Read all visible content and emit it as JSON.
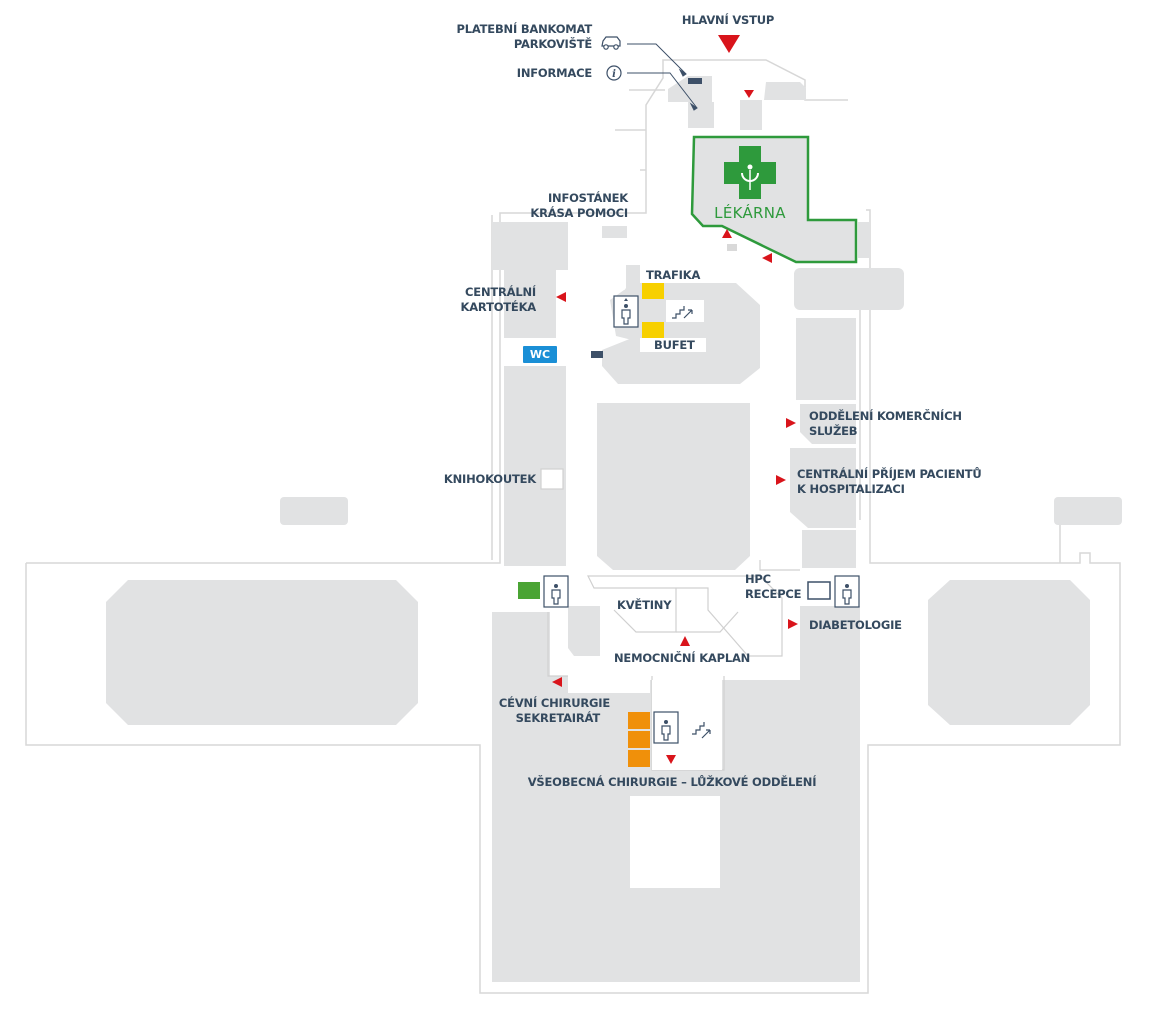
{
  "map": {
    "labels": {
      "main_entrance": "HLAVNÍ VSTUP",
      "atm": "PLATEBNÍ BANKOMAT",
      "parking": "PARKOVIŠTĚ",
      "information": "INFORMACE",
      "infostand_l1": "INFOSTÁNEK",
      "infostand_l2": "KRÁSA POMOCI",
      "pharmacy": "LÉKÁRNA",
      "tobacco": "TRAFIKA",
      "buffet": "BUFET",
      "central_records_l1": "CENTRÁLNÍ",
      "central_records_l2": "KARTOTÉKA",
      "wc": "WC",
      "commercial_l1": "ODDĚLENÍ KOMERČNÍCH",
      "commercial_l2": "SLUŽEB",
      "library": "KNIHOKOUTEK",
      "admission_l1": "CENTRÁLNÍ PŘÍJEM PACIENTŮ",
      "admission_l2": "K HOSPITALIZACI",
      "hpc_l1": "HPC",
      "hpc_l2": "RECEPCE",
      "flowers": "KVĚTINY",
      "diabetology": "DIABETOLOGIE",
      "chaplain": "NEMOCNIČNÍ KAPLAN",
      "vascular_l1": "CÉVNÍ CHIRURGIE",
      "vascular_l2": "SEKRETAIRÁT",
      "general_surgery": "VŠEOBECNÁ CHIRURGIE – LŮŽKOVÉ ODDĚLENÍ"
    },
    "icons": [
      "elevator-icon",
      "stairs-icon",
      "info-icon",
      "car-icon",
      "pharmacy-cross-icon",
      "direction-arrow-icon"
    ],
    "colors": {
      "building_fill": "#e1e2e3",
      "outline": "#d6d6d6",
      "pharmacy": "#2e9a3c",
      "arrow": "#d9141b",
      "wc": "#1a8fd6",
      "shop": "#f7d000",
      "surgery": "#f0900a",
      "green_room": "#4aa434",
      "marker": "#3d5068",
      "text": "#34495e"
    }
  }
}
